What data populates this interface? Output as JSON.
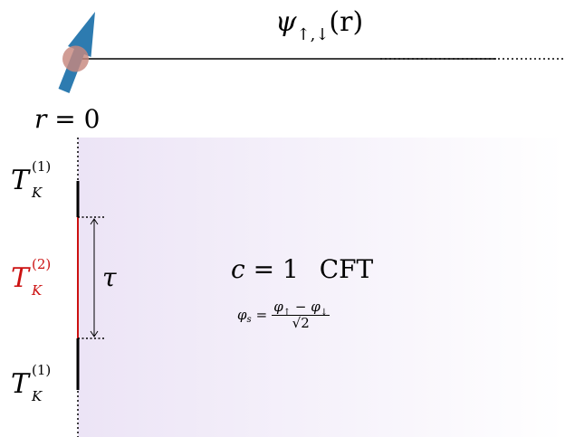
{
  "top": {
    "wavefunction": {
      "symbol": "ψ",
      "subscript": "↑,↓",
      "argument": "(r)"
    },
    "origin": {
      "variable": "r",
      "equals": "=",
      "value": "0"
    }
  },
  "bulk": {
    "cft": {
      "c_symbol": "c",
      "equals": "=",
      "c_value": "1",
      "name": "CFT"
    },
    "boson": {
      "lhs": "φ",
      "lhs_sub": "s",
      "equals": "=",
      "num_a": "φ",
      "num_a_sub": "↑",
      "minus": "−",
      "num_b": "φ",
      "num_b_sub": "↓",
      "den": "√2"
    }
  },
  "boundary": {
    "tau": "τ",
    "labels": [
      {
        "letter": "T",
        "superscript": "(1)",
        "subscript": "K"
      },
      {
        "letter": "T",
        "superscript": "(2)",
        "subscript": "K"
      },
      {
        "letter": "T",
        "superscript": "(1)",
        "subscript": "K"
      }
    ]
  },
  "colors": {
    "arrow": "#2d7bb0",
    "impurity_dot": "#c7877e",
    "boundary_segment": "#cc1111",
    "panel_start": "#ece4f6",
    "panel_end": "#ffffff"
  }
}
